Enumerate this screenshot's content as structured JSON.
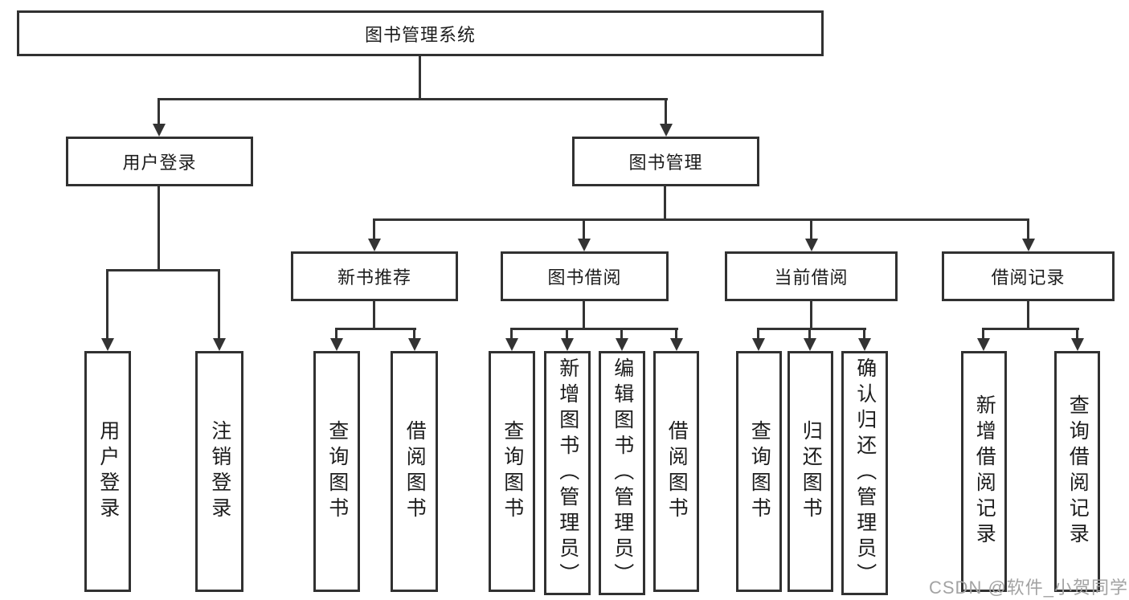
{
  "diagram": {
    "root": {
      "label": "图书管理系统"
    },
    "children": [
      {
        "label": "用户登录",
        "children": [
          {
            "label": "用户登录"
          },
          {
            "label": "注销登录"
          }
        ]
      },
      {
        "label": "图书管理",
        "children": [
          {
            "label": "新书推荐",
            "children": [
              {
                "label": "查询图书"
              },
              {
                "label": "借阅图书"
              }
            ]
          },
          {
            "label": "图书借阅",
            "children": [
              {
                "label": "查询图书"
              },
              {
                "label": "新增图书（管理员）"
              },
              {
                "label": "编辑图书（管理员）"
              },
              {
                "label": "借阅图书"
              }
            ]
          },
          {
            "label": "当前借阅",
            "children": [
              {
                "label": "查询图书"
              },
              {
                "label": "归还图书"
              },
              {
                "label": "确认归还（管理员）"
              }
            ]
          },
          {
            "label": "借阅记录",
            "children": [
              {
                "label": "新增借阅记录"
              },
              {
                "label": "查询借阅记录"
              }
            ]
          }
        ]
      }
    ]
  },
  "watermark": {
    "text": "CSDN @软件_小贺同学",
    "color": "#a3a3a3"
  },
  "colors": {
    "line": "#333333",
    "border": "#313131",
    "text": "#1c1c1c",
    "background": "#ffffff"
  }
}
